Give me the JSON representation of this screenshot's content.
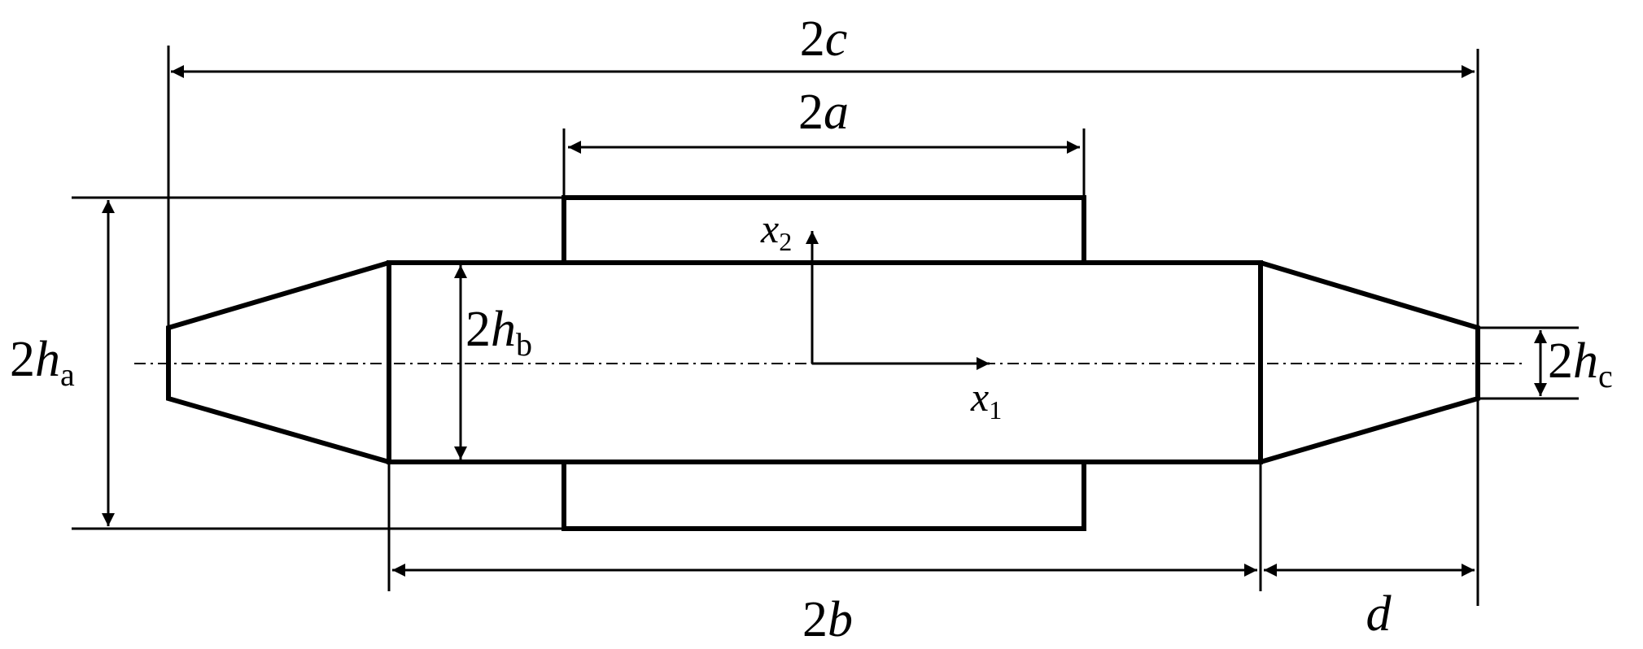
{
  "labels": {
    "two_c": {
      "num": "2",
      "var": "c"
    },
    "two_a": {
      "num": "2",
      "var": "a"
    },
    "two_b": {
      "num": "2",
      "var": "b"
    },
    "d": {
      "var": "d"
    },
    "two_ha": {
      "num": "2",
      "var": "h",
      "sub": "a"
    },
    "two_hb": {
      "num": "2",
      "var": "h",
      "sub": "b"
    },
    "two_hc": {
      "num": "2",
      "var": "h",
      "sub": "c"
    },
    "x1": {
      "var": "x",
      "sub": "1"
    },
    "x2": {
      "var": "x",
      "sub": "2"
    }
  }
}
